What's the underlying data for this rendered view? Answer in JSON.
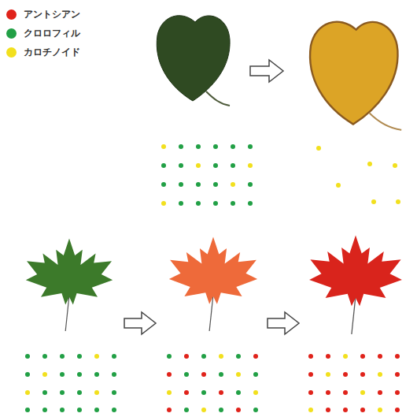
{
  "diagram": {
    "legend": [
      {
        "text": "アントシアン",
        "color": "#e0231b"
      },
      {
        "text": "クロロフィル",
        "color": "#22a046"
      },
      {
        "text": "カロチノイド",
        "color": "#f2e01e"
      }
    ]
  }
}
